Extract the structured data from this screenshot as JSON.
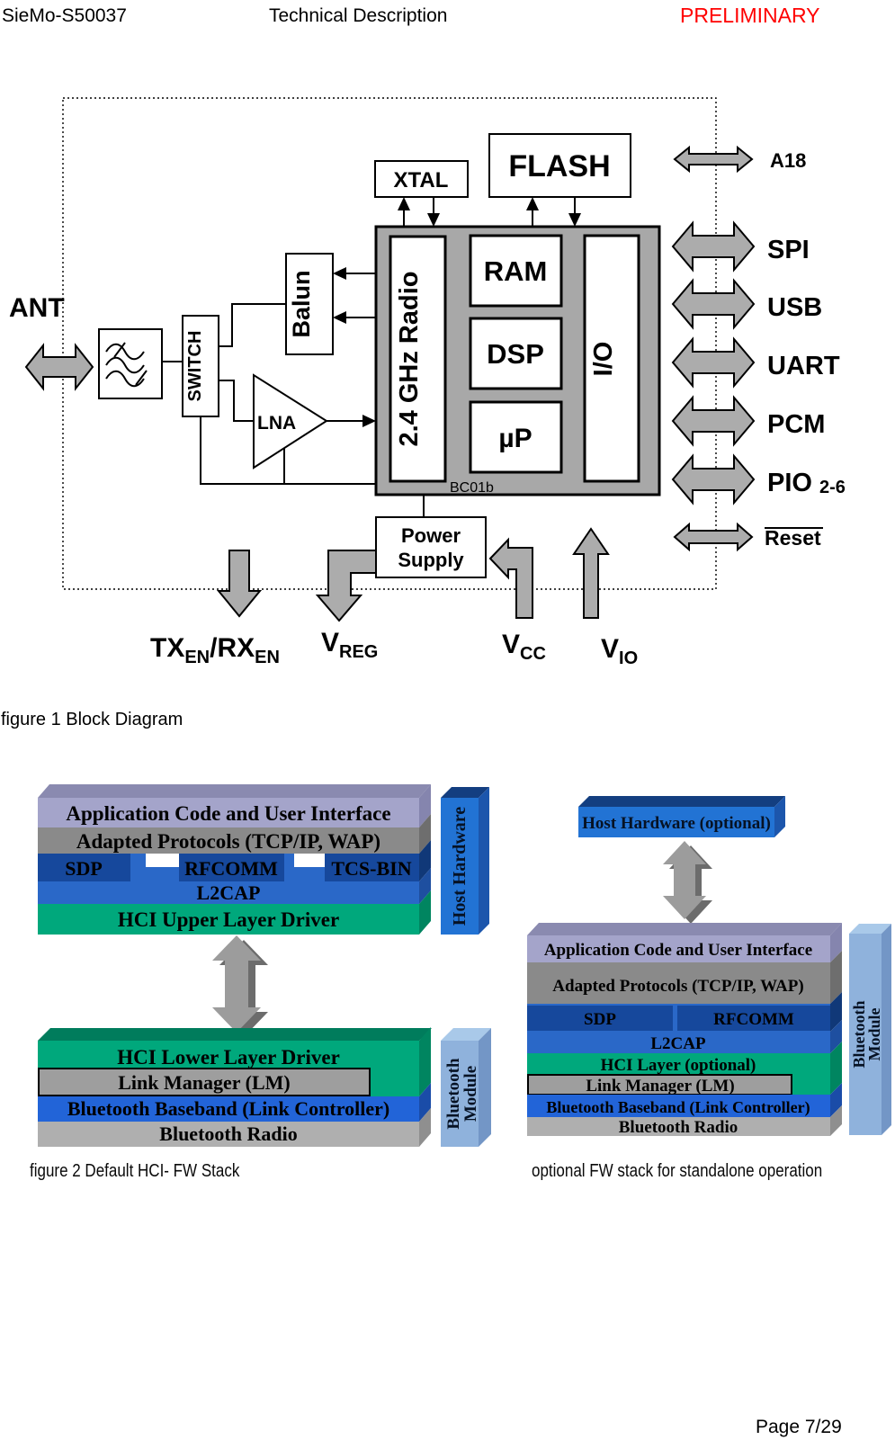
{
  "page": {
    "header": {
      "product": "SieMo-S50037",
      "title": "Technical Description",
      "status": "PRELIMINARY"
    },
    "footer": {
      "page_label": "Page 7/29"
    }
  },
  "figure1": {
    "caption": "figure 1 Block Diagram",
    "labels": {
      "ant": "ANT",
      "switch": "SWITCH",
      "lna": "LNA",
      "balun": "Balun",
      "xtal": "XTAL",
      "flash": "FLASH",
      "radio": "2.4 GHz Radio",
      "ram": "RAM",
      "dsp": "DSP",
      "micro": "µP",
      "io": "I/O",
      "chip": "BC01b",
      "power_line1": "Power",
      "power_line2": "Supply"
    },
    "ports": {
      "a18": "A18",
      "spi": "SPI",
      "usb": "USB",
      "uart": "UART",
      "pcm": "PCM",
      "pio": "PIO",
      "pio_range": "2-6",
      "reset": "Reset"
    },
    "signals": {
      "tx_main": "TX",
      "tx_sub": "EN",
      "rx_main": "/RX",
      "rx_sub": "EN",
      "vreg_main": "V",
      "vreg_sub": "REG",
      "vcc_main": "V",
      "vcc_sub": "CC",
      "vio_main": "V",
      "vio_sub": "IO"
    }
  },
  "figure2": {
    "caption_left": "figure 2 Default HCI- FW Stack",
    "caption_right": "optional FW stack for standalone operation",
    "hci_stack": {
      "app": "Application Code and User Interface",
      "adapted": "Adapted Protocols (TCP/IP, WAP)",
      "sdp": "SDP",
      "rfcomm": "RFCOMM",
      "tcs": "TCS-BIN",
      "l2cap": "L2CAP",
      "hci_upper": "HCI Upper Layer Driver",
      "hci_lower": "HCI Lower Layer Driver",
      "lm": "Link Manager (LM)",
      "baseband": "Bluetooth Baseband (Link Controller)",
      "radio": "Bluetooth Radio",
      "host_hw": "Host Hardware",
      "bt_module_line1": "Bluetooth",
      "bt_module_line2": "Module"
    },
    "standalone_stack": {
      "host_hw": "Host Hardware (optional)",
      "app": "Application Code and User Interface",
      "adapted": "Adapted Protocols (TCP/IP, WAP)",
      "sdp": "SDP",
      "rfcomm": "RFCOMM",
      "l2cap": "L2CAP",
      "hci": "HCI Layer (optional)",
      "lm": "Link Manager (LM)",
      "baseband": "Bluetooth Baseband (Link Controller)",
      "radio": "Bluetooth Radio",
      "bt_module_line1": "Bluetooth",
      "bt_module_line2": "Module"
    }
  },
  "colors": {
    "status_red": "#FF0000",
    "diagram_arrow_gray": "#ACACAC",
    "chip_gray": "#A8A8A8",
    "stack_lavender": "#A4A4CA",
    "stack_gray": "#8A8A8A",
    "stack_blue": "#2A68C8",
    "stack_dark_blue": "#16489C",
    "stack_green": "#00A87C",
    "stack_baseband_blue": "#2264D8",
    "stack_radio_gray": "#AFAFAF",
    "link_manager_gray": "#9E9E9E",
    "host_hardware_blue": "#2273D4",
    "bluetooth_module_blue": "#8FB2DC"
  }
}
